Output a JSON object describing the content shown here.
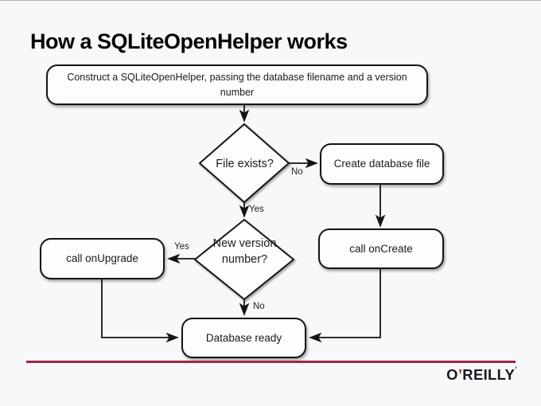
{
  "slide": {
    "title": "How a SQLiteOpenHelper works",
    "nodes": {
      "construct": "Construct a SQLiteOpenHelper, passing the database filename and a version number",
      "file_exists": "File exists?",
      "create_file": "Create database file",
      "call_oncreate": "call onCreate",
      "new_version": "New version number?",
      "call_onupgrade": "call onUpgrade",
      "database_ready": "Database ready"
    },
    "edge_labels": {
      "file_no": "No",
      "file_yes": "Yes",
      "version_yes": "Yes",
      "version_no": "No"
    },
    "footer": {
      "brand_o": "O",
      "brand_apostrophe": "’",
      "brand_rest": "REILLY",
      "brand_mark": "’"
    },
    "colors": {
      "background": "#f7f8fa",
      "line": "#141414",
      "node_fill": "#fdfdff",
      "accent_rule": "#a62442",
      "brand_apostrophe": "#c2202f"
    }
  }
}
